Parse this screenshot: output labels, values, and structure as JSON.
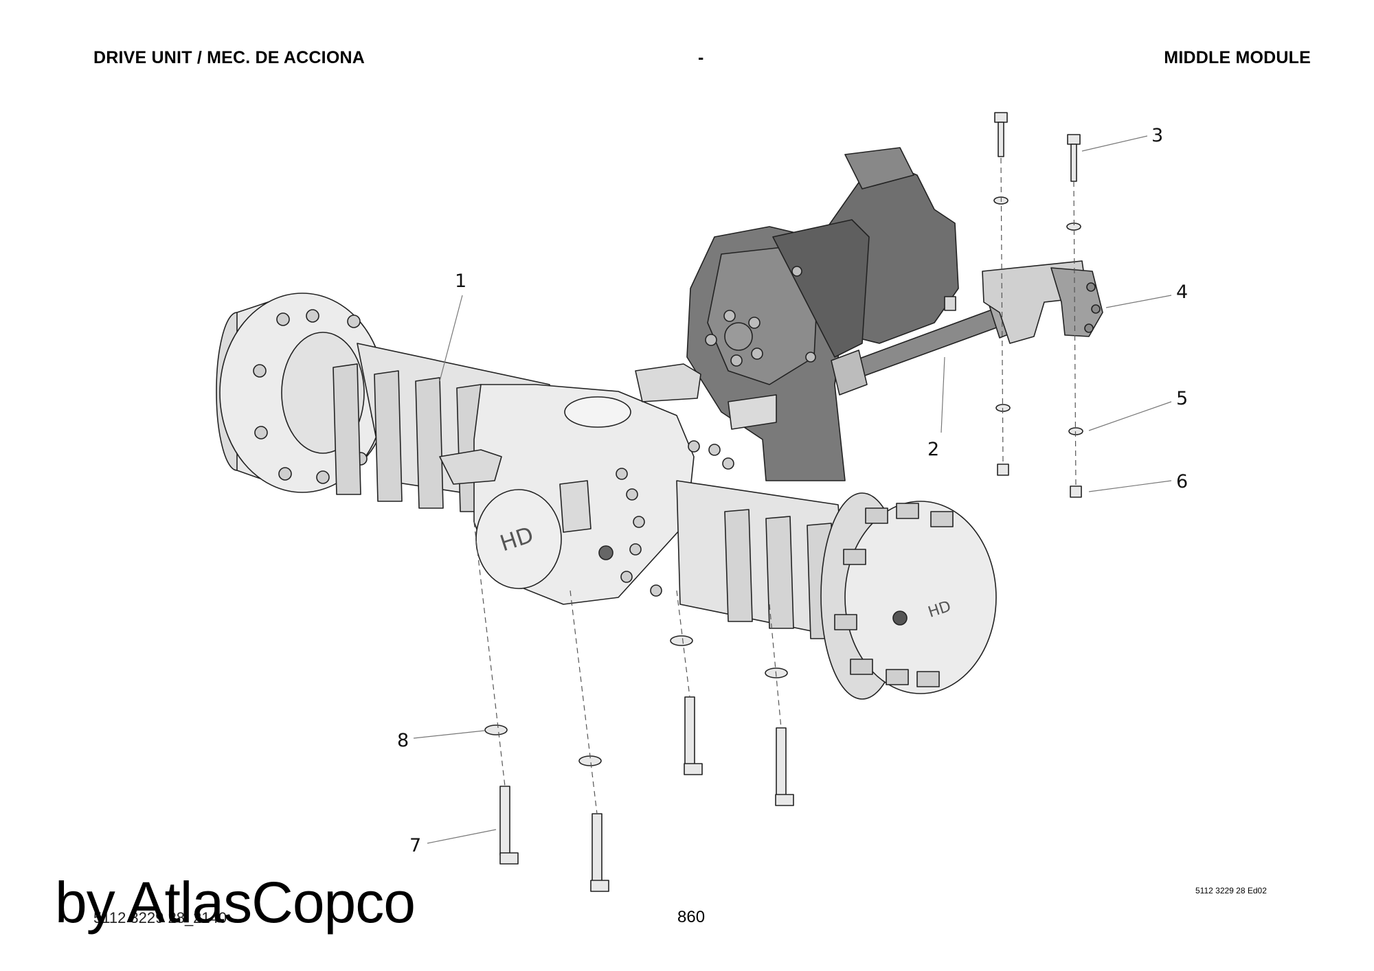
{
  "header": {
    "left": "DRIVE UNIT / MEC. DE ACCIONA",
    "center": "-",
    "right": "MIDDLE MODULE"
  },
  "callouts": [
    "1",
    "2",
    "3",
    "4",
    "5",
    "6",
    "7",
    "8"
  ],
  "footer": {
    "watermark": "by AtlasCopco",
    "drawing_number": "5112 3229 28_2140",
    "page_number": "860",
    "document_code": "5112 3229 28 Ed02"
  },
  "colors": {
    "axle_fill": "#e6e6e6",
    "motor_fill": "#7a7a7a",
    "outline": "#222222"
  }
}
